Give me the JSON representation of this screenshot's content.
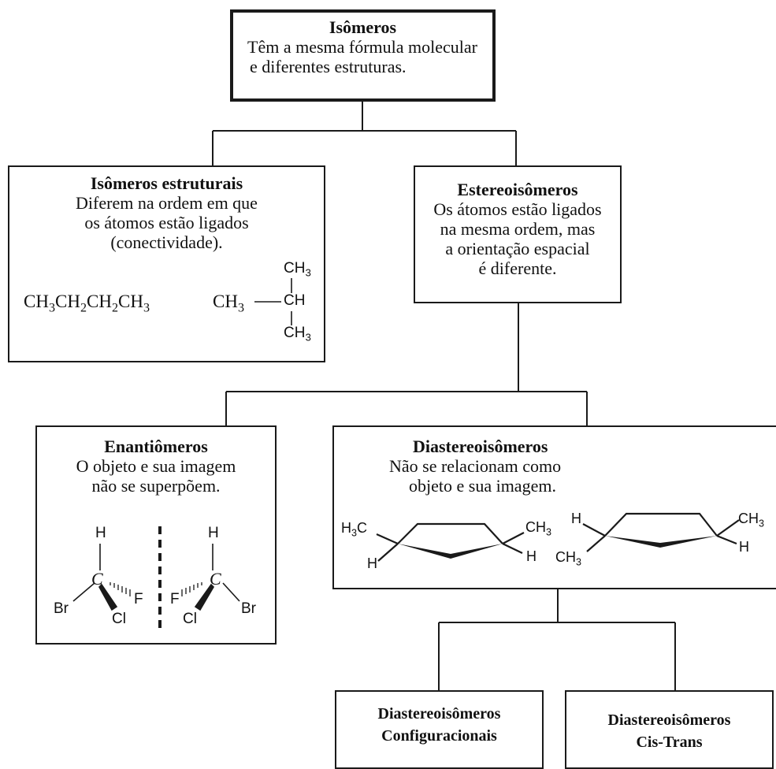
{
  "root": {
    "title": "Isômeros",
    "lines": [
      "Têm a mesma fórmula molecular",
      "e diferentes estruturas."
    ]
  },
  "structural": {
    "title": "Isômeros estruturais",
    "lines": [
      "Diferem na ordem em que",
      "os átomos estão ligados",
      "(conectividade)."
    ],
    "formula_linear": [
      "CH",
      "3",
      "CH",
      "2",
      "CH",
      "2",
      "CH",
      "3"
    ],
    "formula_branched": {
      "left": "CH",
      "left_sub": "3",
      "center": "CH",
      "top": "CH",
      "top_sub": "3",
      "bottom": "CH",
      "bottom_sub": "3"
    }
  },
  "stereo": {
    "title": "Estereoisômeros",
    "lines": [
      "Os átomos estão ligados",
      "na mesma ordem, mas",
      "a orientação espacial",
      "é diferente."
    ]
  },
  "enantiomers": {
    "title": "Enantiômeros",
    "lines": [
      "O objeto e sua imagem",
      "não se superpõem."
    ],
    "left_molecule": {
      "top": "H",
      "center": "C",
      "left": "Br",
      "right": "F",
      "bottom": "Cl"
    },
    "right_molecule": {
      "top": "H",
      "center": "C",
      "left": "F",
      "right": "Br",
      "bottom": "Cl"
    }
  },
  "diastereo": {
    "title": "Diastereoisômeros",
    "lines": [
      "Não se relacionam como",
      "objeto e sua imagem."
    ],
    "ring1": {
      "top_left": "H",
      "top_left_tail": "C",
      "top_left_sub": "3",
      "bottom_left": "H",
      "top_right": "CH",
      "top_right_sub": "3",
      "bottom_right": "H"
    },
    "ring2": {
      "top_left": "H",
      "bottom_left": "CH",
      "bottom_left_sub": "3",
      "top_right": "CH",
      "top_right_sub": "3",
      "bottom_right": "H"
    }
  },
  "configurational": {
    "lines": [
      "Diastereoisômeros",
      "Configuracionais"
    ]
  },
  "cistrans": {
    "lines": [
      "Diastereoisômeros",
      "Cis-Trans"
    ]
  }
}
